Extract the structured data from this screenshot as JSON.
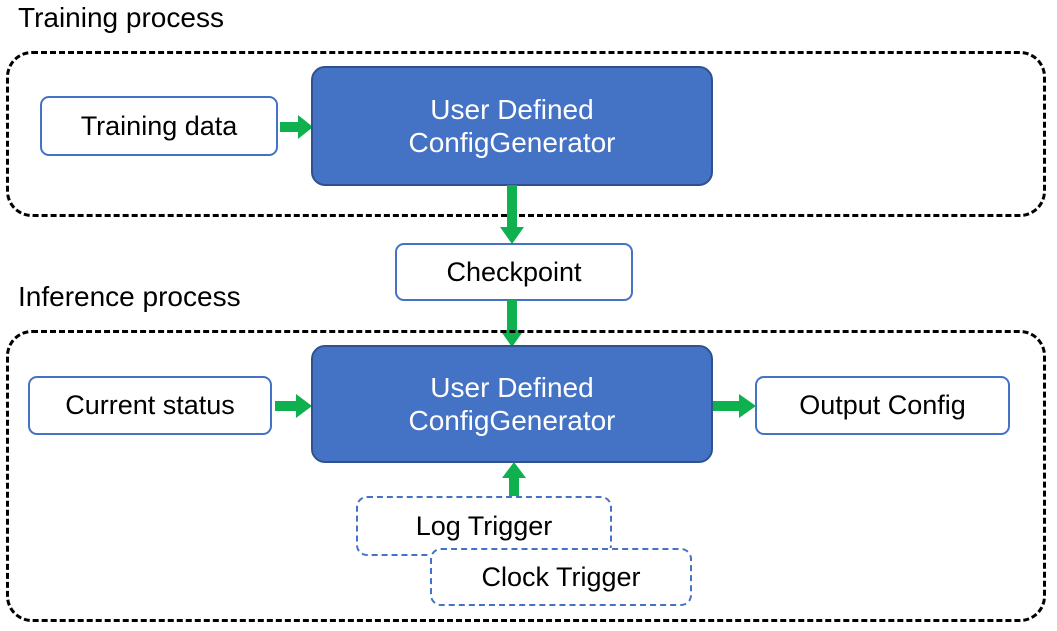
{
  "diagram": {
    "title_training": "Training process",
    "title_inference": "Inference process",
    "colors": {
      "accent_blue_fill": "#4472C4",
      "accent_blue_border": "#2F528F",
      "box_border_blue": "#4472C4",
      "arrow_green": "#0FB04E",
      "region_border": "#000000",
      "text_dark": "#000000",
      "text_light": "#FFFFFF"
    },
    "regions": [
      {
        "name": "training-process",
        "label": "Training process"
      },
      {
        "name": "inference-process",
        "label": "Inference process"
      }
    ],
    "nodes": {
      "training_data": "Training data",
      "generator_training_line1": "User Defined",
      "generator_training_line2": "ConfigGenerator",
      "checkpoint": "Checkpoint",
      "current_status": "Current status",
      "generator_inference_line1": "User Defined",
      "generator_inference_line2": "ConfigGenerator",
      "output_config": "Output Config",
      "log_trigger": "Log Trigger",
      "clock_trigger": "Clock Trigger"
    },
    "edges": [
      {
        "name": "training-data-to-generator",
        "from": "Training data",
        "to": "User Defined ConfigGenerator",
        "direction": "right"
      },
      {
        "name": "generator-to-checkpoint",
        "from": "User Defined ConfigGenerator",
        "to": "Checkpoint",
        "direction": "down"
      },
      {
        "name": "checkpoint-to-inference-generator",
        "from": "Checkpoint",
        "to": "User Defined ConfigGenerator",
        "direction": "down"
      },
      {
        "name": "current-status-to-generator",
        "from": "Current status",
        "to": "User Defined ConfigGenerator",
        "direction": "right"
      },
      {
        "name": "generator-to-output-config",
        "from": "User Defined ConfigGenerator",
        "to": "Output Config",
        "direction": "right"
      },
      {
        "name": "triggers-to-generator",
        "from": "Log Trigger / Clock Trigger",
        "to": "User Defined ConfigGenerator",
        "direction": "up"
      }
    ]
  }
}
